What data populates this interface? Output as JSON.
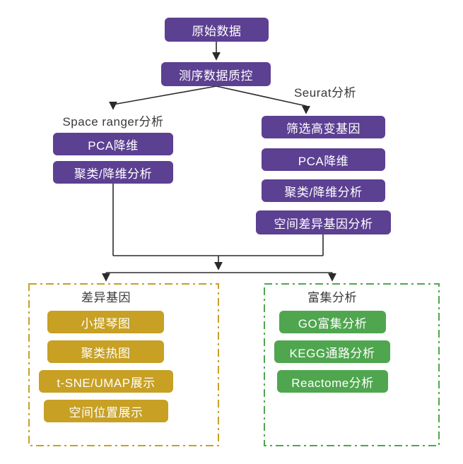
{
  "diagram": {
    "nodes": {
      "raw_data": "原始数据",
      "qc": "测序数据质控"
    },
    "left_branch": {
      "label": "Space ranger分析",
      "steps": [
        "PCA降维",
        "聚类/降维分析"
      ]
    },
    "right_branch": {
      "label": "Seurat分析",
      "steps": [
        "筛选高变基因",
        "PCA降维",
        "聚类/降维分析",
        "空间差异基因分析"
      ]
    },
    "groups": [
      {
        "title": "差异基因",
        "items": [
          "小提琴图",
          "聚类热图",
          "t-SNE/UMAP展示",
          "空间位置展示"
        ]
      },
      {
        "title": "富集分析",
        "items": [
          "GO富集分析",
          "KEGG通路分析",
          "Reactome分析"
        ]
      }
    ],
    "colors": {
      "node_purple": "#5c4092",
      "node_gold": "#c7a024",
      "node_green": "#4fa64f",
      "connector": "#2b2b2b",
      "label_text": "#3a3a3a"
    }
  }
}
